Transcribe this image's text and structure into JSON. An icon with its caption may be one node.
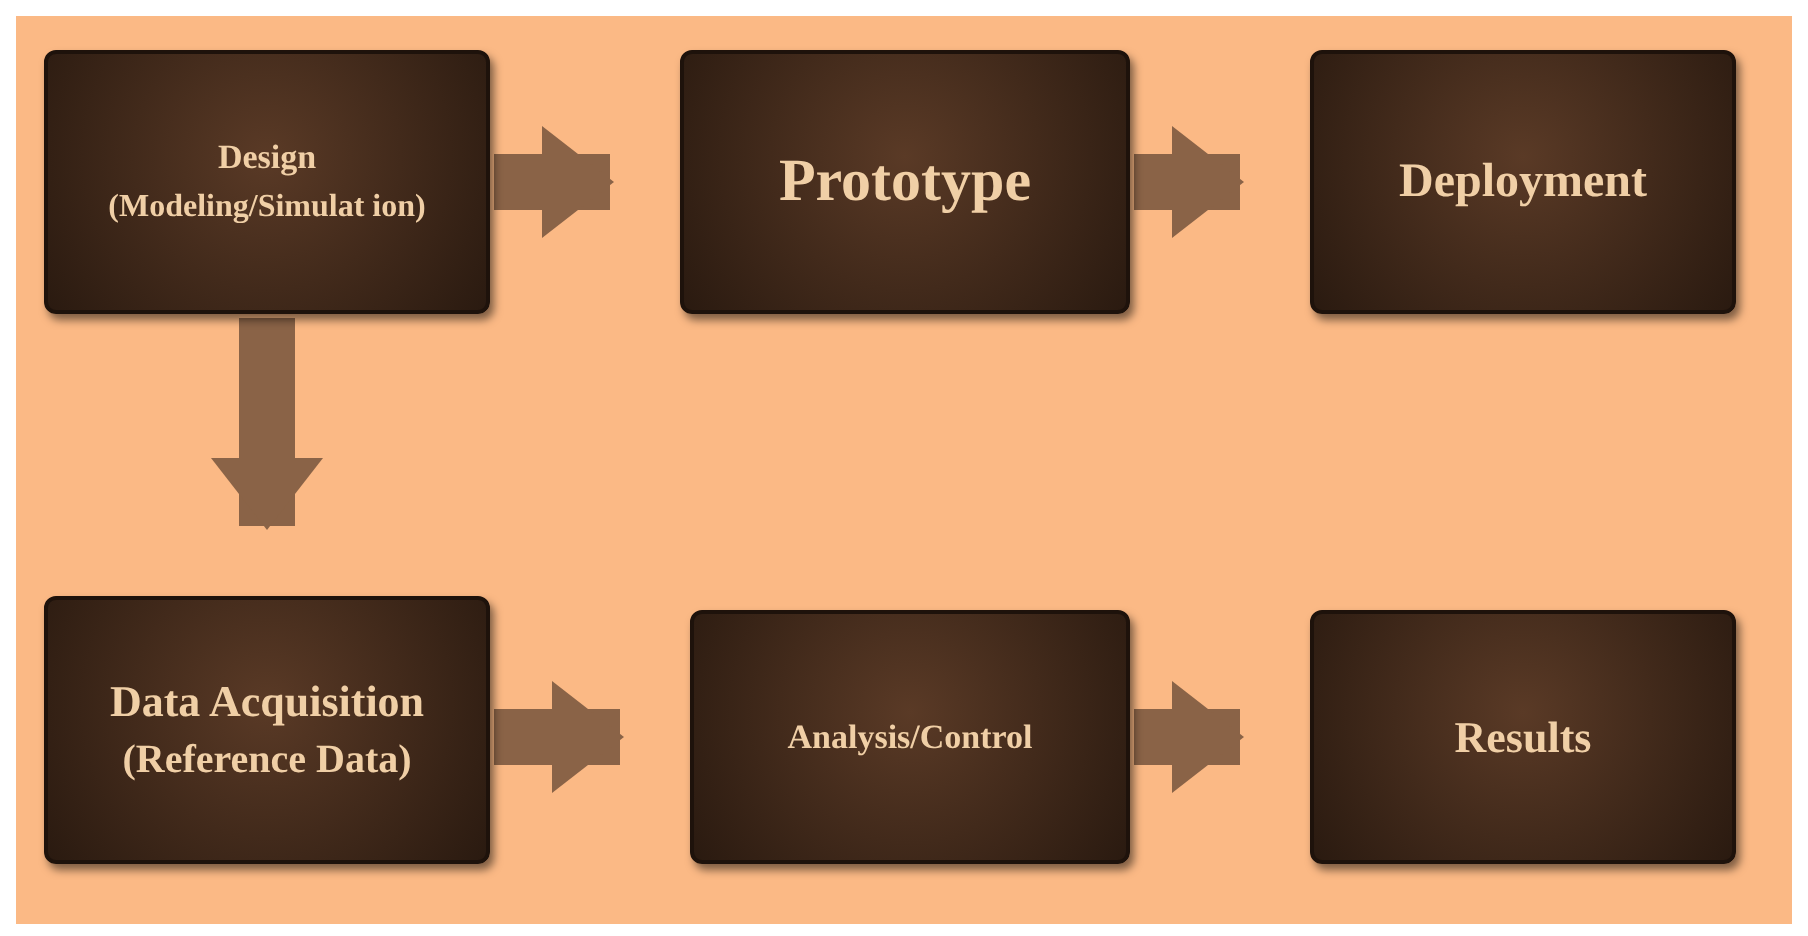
{
  "diagram": {
    "nodes": [
      {
        "text": [
          "Design",
          "(Modeling/Simulat ion)"
        ]
      },
      {
        "text": [
          "Prototype"
        ]
      },
      {
        "text": [
          "Deployment"
        ]
      },
      {
        "text": [
          "Data Acquisition",
          "(Reference Data)"
        ]
      },
      {
        "text": [
          "Analysis/Control"
        ]
      },
      {
        "text": [
          "Results"
        ]
      }
    ],
    "edges": [
      {
        "from": 0,
        "to": 1,
        "arrow": "to"
      },
      {
        "from": 1,
        "to": 2,
        "arrow": "to"
      },
      {
        "from": 0,
        "to": 3,
        "arrow": "to"
      },
      {
        "from": 3,
        "to": 4,
        "arrow": "to"
      },
      {
        "from": 4,
        "to": 5,
        "arrow": "to"
      }
    ]
  }
}
